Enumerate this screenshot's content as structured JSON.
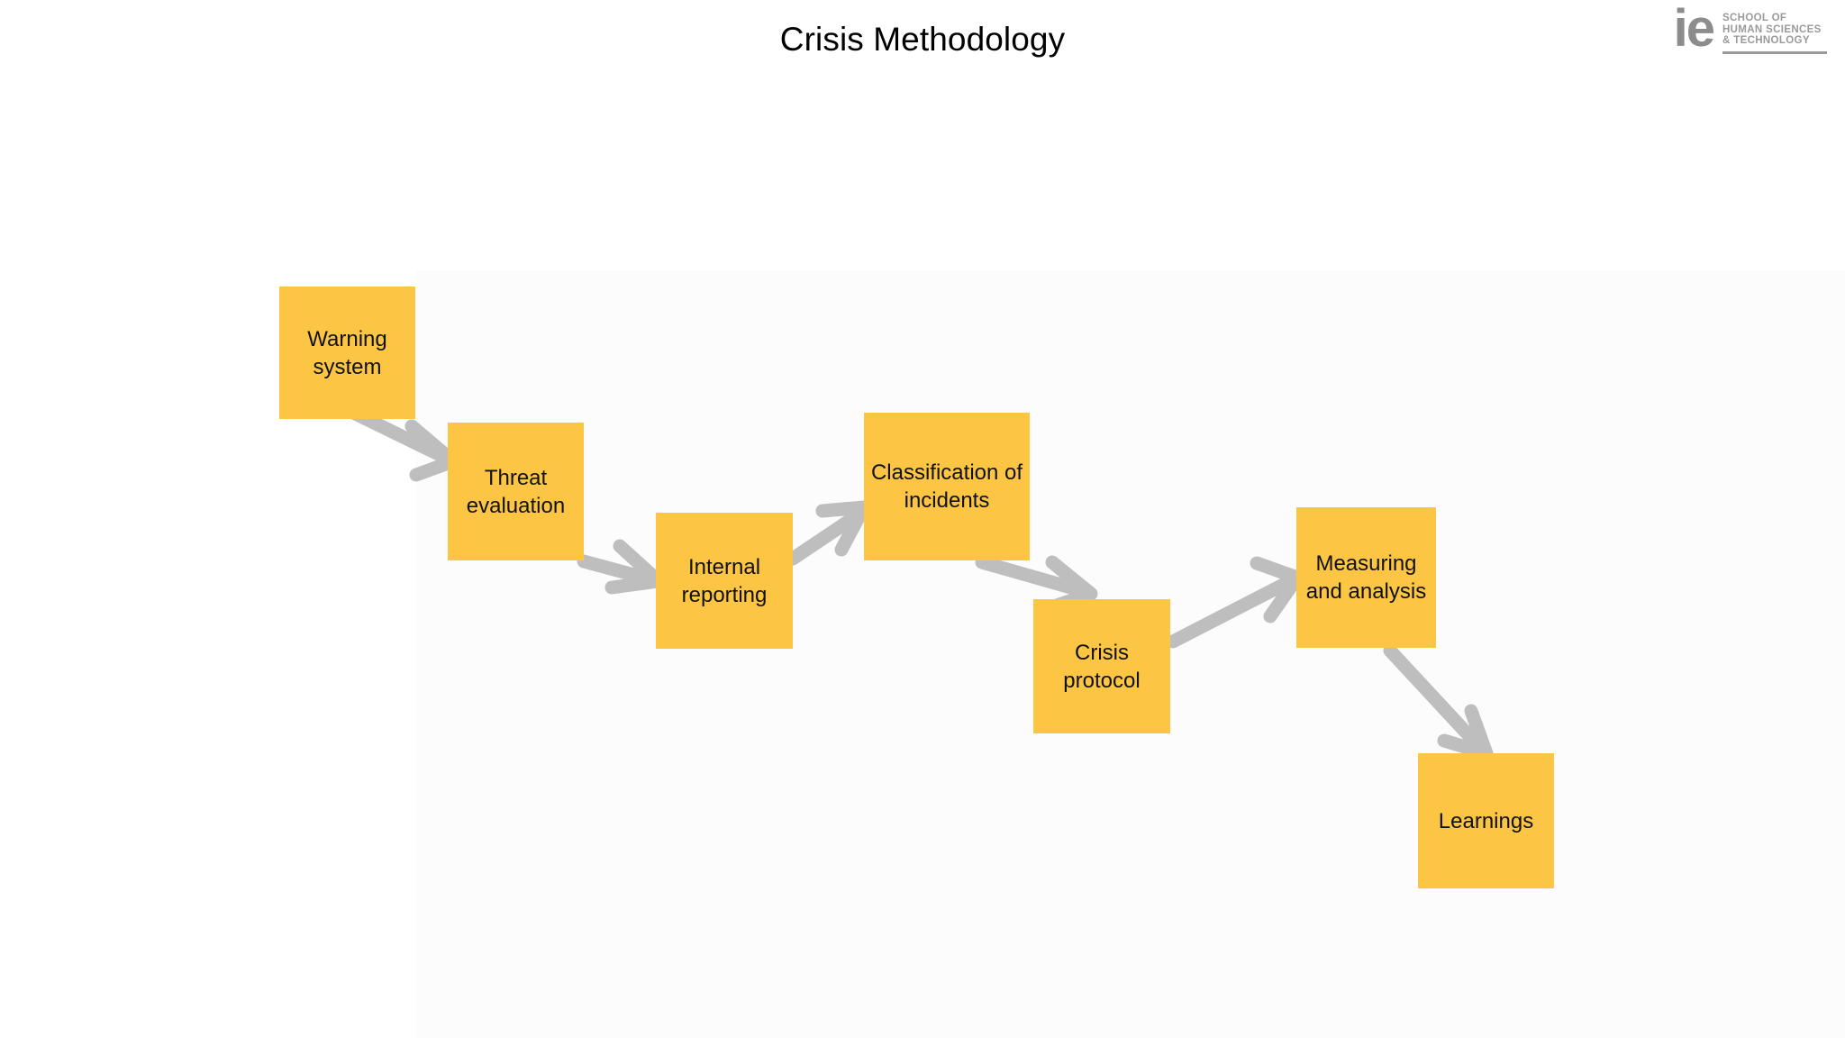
{
  "slide": {
    "title": "Crisis Methodology",
    "background_color": "#FFFFFF",
    "node_color": "#FCC644",
    "arrow_color": "#BEBEBE",
    "text_color": "#111111"
  },
  "logo": {
    "mark": "ie",
    "line1": "SCHOOL OF",
    "line2": "HUMAN SCIENCES",
    "line3": "& TECHNOLOGY",
    "color": "#9A9A9A"
  },
  "diagram": {
    "type": "flowchart",
    "direction": "left-to-right descending staircase",
    "nodes": [
      {
        "id": "warning-system",
        "label": "Warning system"
      },
      {
        "id": "threat-evaluation",
        "label": "Threat evaluation"
      },
      {
        "id": "internal-reporting",
        "label": "Internal reporting"
      },
      {
        "id": "classification-of-incidents",
        "label": "Classification of incidents"
      },
      {
        "id": "crisis-protocol",
        "label": "Crisis protocol"
      },
      {
        "id": "measuring-and-analysis",
        "label": "Measuring and analysis"
      },
      {
        "id": "learnings",
        "label": "Learnings"
      }
    ],
    "edges": [
      {
        "from": "warning-system",
        "to": "threat-evaluation"
      },
      {
        "from": "threat-evaluation",
        "to": "internal-reporting"
      },
      {
        "from": "internal-reporting",
        "to": "classification-of-incidents"
      },
      {
        "from": "classification-of-incidents",
        "to": "crisis-protocol"
      },
      {
        "from": "crisis-protocol",
        "to": "measuring-and-analysis"
      },
      {
        "from": "measuring-and-analysis",
        "to": "learnings"
      }
    ]
  }
}
